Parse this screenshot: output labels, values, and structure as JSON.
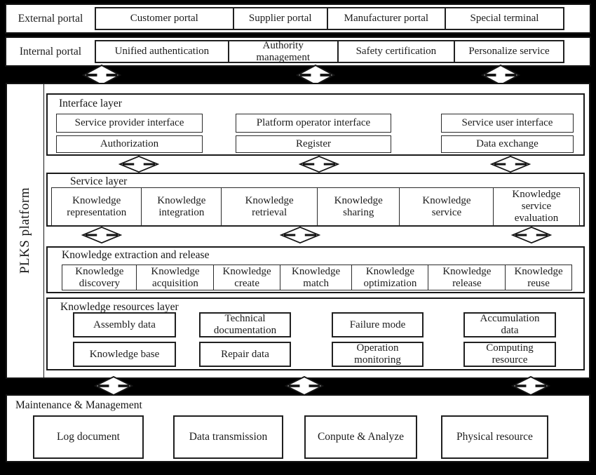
{
  "colors": {
    "background": "#000000",
    "panel": "#ffffff",
    "border": "#1a1a1a",
    "text": "#1c1c1c"
  },
  "external_portal": {
    "label": "External portal",
    "items": [
      "Customer portal",
      "Supplier portal",
      "Manufacturer portal",
      "Special terminal"
    ]
  },
  "internal_portal": {
    "label": "Internal portal",
    "items": [
      "Unified authentication",
      "Authority\nmanagement",
      "Safety certification",
      "Personalize service"
    ]
  },
  "platform": {
    "label": "PLKS platform",
    "interface_layer": {
      "label": "Interface layer",
      "columns": [
        {
          "top": "Service provider interface",
          "bottom": "Authorization"
        },
        {
          "top": "Platform operator interface",
          "bottom": "Register"
        },
        {
          "top": "Service user interface",
          "bottom": "Data exchange"
        }
      ]
    },
    "service_layer": {
      "label": "Service layer",
      "items": [
        "Knowledge\nrepresentation",
        "Knowledge\nintegration",
        "Knowledge\nretrieval",
        "Knowledge\nsharing",
        "Knowledge\nservice",
        "Knowledge\nservice\nevaluation"
      ]
    },
    "extraction_layer": {
      "label": "Knowledge extraction and release",
      "items": [
        "Knowledge\ndiscovery",
        "Knowledge\nacquisition",
        "Knowledge\ncreate",
        "Knowledge\nmatch",
        "Knowledge\noptimization",
        "Knowledge\nrelease",
        "Knowledge\nreuse"
      ]
    },
    "resources_layer": {
      "label": "Knowledge resources layer",
      "row1": [
        "Assembly data",
        "Technical\ndocumentation",
        "Failure mode",
        "Accumulation\ndata"
      ],
      "row2": [
        "Knowledge base",
        "Repair data",
        "Operation\nmonitoring",
        "Computing\nresource"
      ]
    }
  },
  "maintenance": {
    "label": "Maintenance & Management",
    "items": [
      "Log document",
      "Data transmission",
      "Conpute & Analyze",
      "Physical resource"
    ]
  }
}
